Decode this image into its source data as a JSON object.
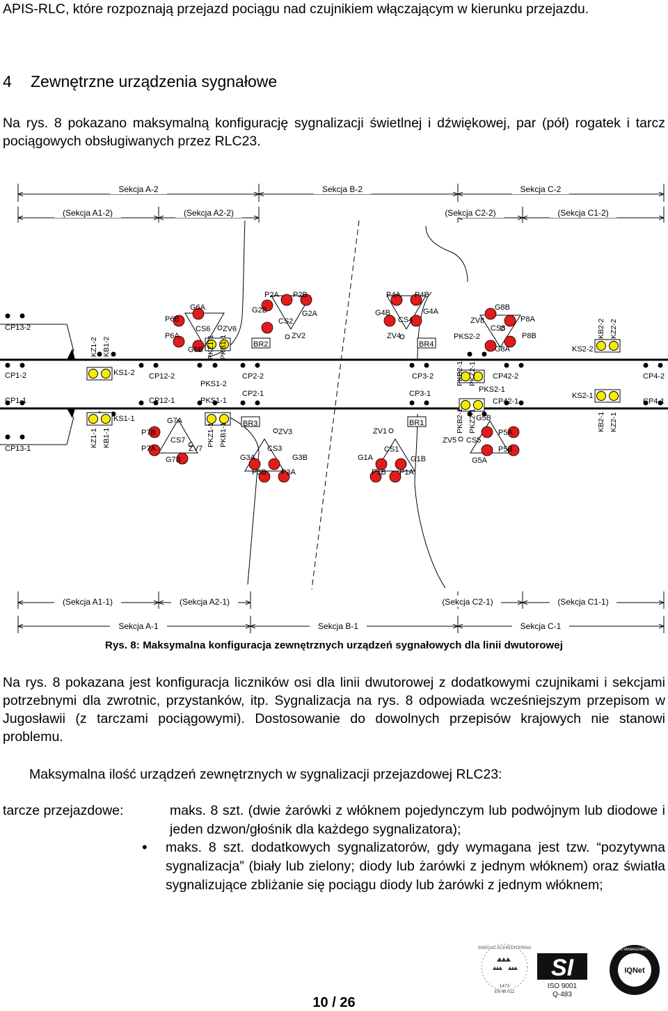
{
  "paragraphs": {
    "p1": "APIS-RLC, które rozpoznają przejazd pociągu nad czujnikiem włączającym w kierunku przejazdu.",
    "p2": "Na rys. 8 pokazano maksymalną konfigurację sygnalizacji świetlnej i dźwiękowej, par (pół) rogatek i tarcz pociągowych obsługiwanych przez RLC23.",
    "p3": "Na rys. 8 pokazana jest konfiguracja liczników osi dla linii dwutorowej z dodatkowymi czujnikami i sekcjami potrzebnymi dla zwrotnic, przystanków, itp. Sygnalizacja na rys. 8 odpowiada wcześniejszym przepisom w Jugosławii (z tarczami pociągowymi). Dostosowanie do dowolnych przepisów krajowych nie stanowi problemu.",
    "p4": "Maksymalna ilość urządzeń zewnętrznych w sygnalizacji przejazdowej RLC23:"
  },
  "heading": {
    "number": "4",
    "text": "Zewnętrzne urządzenia sygnałowe"
  },
  "figure": {
    "caption_label": "Rys. 8:",
    "caption_text": "Maksymalna konfiguracja zewnętrznych urządzeń sygnałowych dla linii dwutorowej",
    "sections_top": [
      "Sekcja A-2",
      "Sekcja B-2",
      "Sekcja C-2"
    ],
    "subsections_top": [
      "(Sekcja A1-2)",
      "(Sekcja A2-2)",
      "(Sekcja C2-2)",
      "(Sekcja C1-2)"
    ],
    "sections_bottom": [
      "Sekcja A-1",
      "Sekcja B-1",
      "Sekcja C-1"
    ],
    "subsections_bottom": [
      "(Sekcja A1-1)",
      "(Sekcja A2-1)",
      "(Sekcja C2-1)",
      "(Sekcja C1-1)"
    ]
  },
  "list": {
    "label": "tarcze przejazdowe:",
    "item1": "maks. 8 szt. (dwie żarówki z włóknem pojedynczym lub podwójnym lub diodowe i jeden dzwon/głośnik dla każdego sygnalizatora);",
    "item2": "maks. 8 szt. dodatkowych sygnalizatorów, gdy wymagana jest tzw. “pozytywna sygnalizacja” (biały lub zielony; diody lub żarówki z jednym włóknem) oraz światła sygnalizujące zbliżanie się pociągu diody lub żarówki z jednym włóknem;",
    "bullet": "•"
  },
  "logos": {
    "swedac": "SWEDAC ACKREDITERING",
    "swedac_no": "1473",
    "swedac_std": "EN 45 012",
    "si": "SI",
    "iso": "ISO 9001",
    "q": "Q-483",
    "iqnet": "IQNet",
    "iqnet_ring": "CERTIFIED MANAGEMENT SYSTEM"
  },
  "page": {
    "number": "10 / 26"
  },
  "colors": {
    "lamp_red": "#e21b1b",
    "lamp_yellow": "#f5ec00",
    "ink": "#000000"
  }
}
